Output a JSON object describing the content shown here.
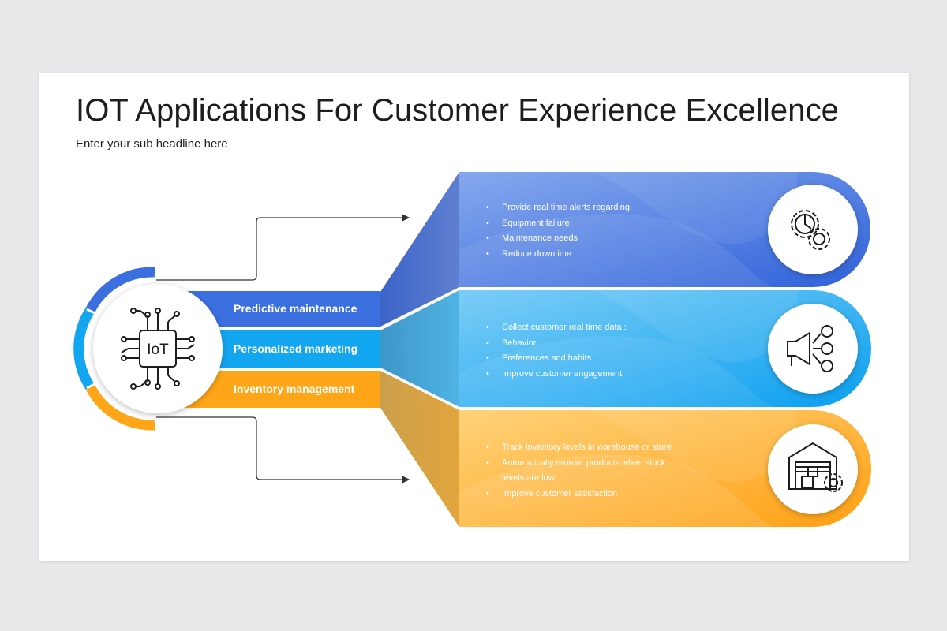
{
  "slide": {
    "title": "IOT Applications For Customer Experience Excellence",
    "subtitle": "Enter your sub headline here"
  },
  "hub": {
    "icon": "iot-chip-icon",
    "text": "IoT"
  },
  "colors": {
    "blue": "#3b6fe0",
    "light_blue": "#12a5f0",
    "orange": "#ffa618"
  },
  "applications": [
    {
      "label": "Predictive maintenance",
      "color": "#3b6fe0",
      "icon": "gears-icon",
      "bullets": [
        "Provide real time alerts regarding",
        "Equipment failure",
        "Maintenance needs",
        "Reduce downtime"
      ]
    },
    {
      "label": "Personalized marketing",
      "color": "#12a5f0",
      "icon": "megaphone-customers-icon",
      "bullets": [
        "Collect customer real time data :",
        "Behavior",
        "Preferences and habits",
        "Improve customer engagement"
      ]
    },
    {
      "label": "Inventory management",
      "color": "#ffa618",
      "icon": "warehouse-gear-icon",
      "bullets": [
        "Track inventory levels in warehouse or store",
        "Automatically reorder products when stock levels are low",
        "Improve customer satisfaction"
      ]
    }
  ]
}
